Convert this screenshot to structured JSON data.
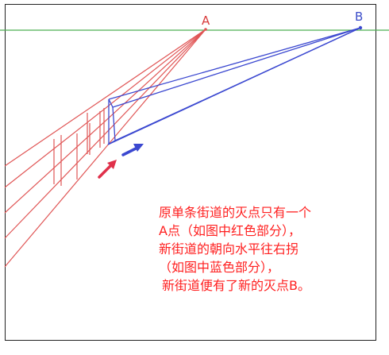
{
  "points": {
    "a_label": "A",
    "b_label": "B"
  },
  "caption": {
    "lines": [
      "原单条街道的灭点只有一个",
      "A点（如图中红色部分），",
      "新街道的朝向水平往右拐",
      "（如图中蓝色部分），",
      "新街道便有了新的灭点B。"
    ]
  },
  "colors": {
    "horizon": "#4caf50",
    "red_lines": "#e05555",
    "blue_lines": "#3b48d0",
    "caption": "#ff2020",
    "frame": "#222222"
  }
}
